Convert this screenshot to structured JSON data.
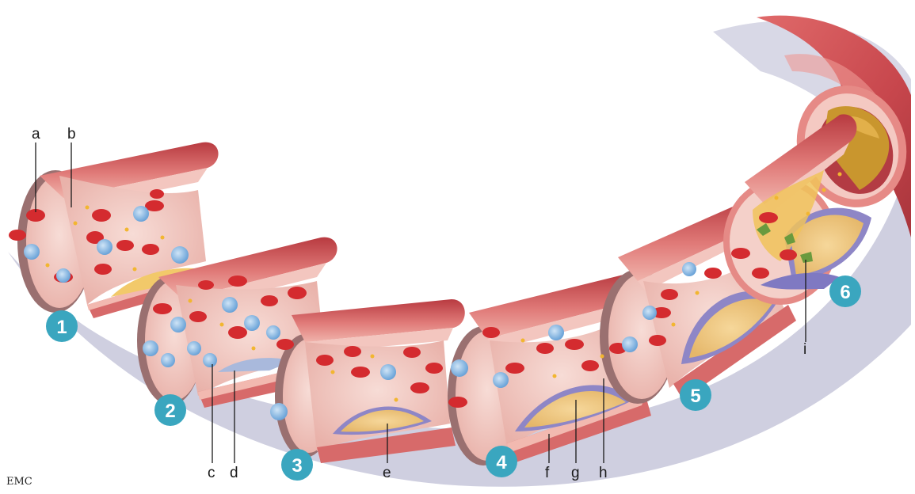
{
  "diagram": {
    "colors": {
      "shadow": "#c9c9dc",
      "wall_outer": "#c94a4f",
      "wall_mid": "#e58a86",
      "wall_inner": "#f3c6bf",
      "lumen": "#f2cfc9",
      "rbc": "#d42b2f",
      "wbc": "#7fb2e0",
      "lipid": "#f2b630",
      "plaque_edge": "#8e86c6",
      "badge": "#3aa6bf",
      "thrombus": "#6a9a3e"
    },
    "steps": [
      {
        "number": "1"
      },
      {
        "number": "2"
      },
      {
        "number": "3"
      },
      {
        "number": "4"
      },
      {
        "number": "5"
      },
      {
        "number": "6"
      }
    ],
    "labels": [
      {
        "letter": "a"
      },
      {
        "letter": "b"
      },
      {
        "letter": "c"
      },
      {
        "letter": "d"
      },
      {
        "letter": "e"
      },
      {
        "letter": "f"
      },
      {
        "letter": "g"
      },
      {
        "letter": "h"
      },
      {
        "letter": "i"
      }
    ],
    "credit": "EMC"
  }
}
